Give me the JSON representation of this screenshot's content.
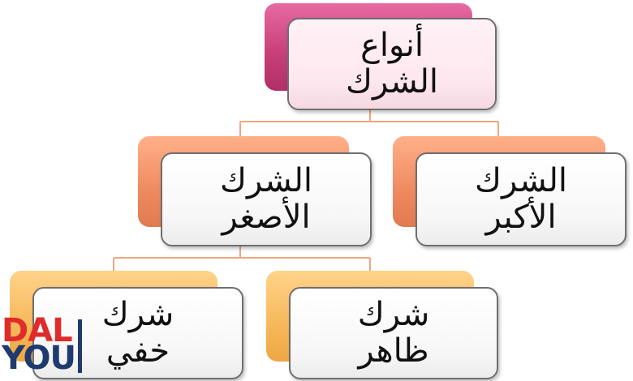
{
  "root": {
    "line1": "أنواع",
    "line2": "الشرك"
  },
  "children": [
    {
      "line1": "الشرك",
      "line2": "الأكبر"
    },
    {
      "line1": "الشرك",
      "line2": "الأصغر"
    }
  ],
  "grandchildren": [
    {
      "line1": "شرك",
      "line2": "ظاهر"
    },
    {
      "line1": "شرك",
      "line2": "خفي"
    }
  ],
  "colors": {
    "root_accent": "#c63d77",
    "level2_accent": "#ef8a60",
    "level3_accent": "#f7b85a",
    "connector": "#f2a57e"
  },
  "logo": {
    "line1": "DAL",
    "line2": "YOU"
  }
}
